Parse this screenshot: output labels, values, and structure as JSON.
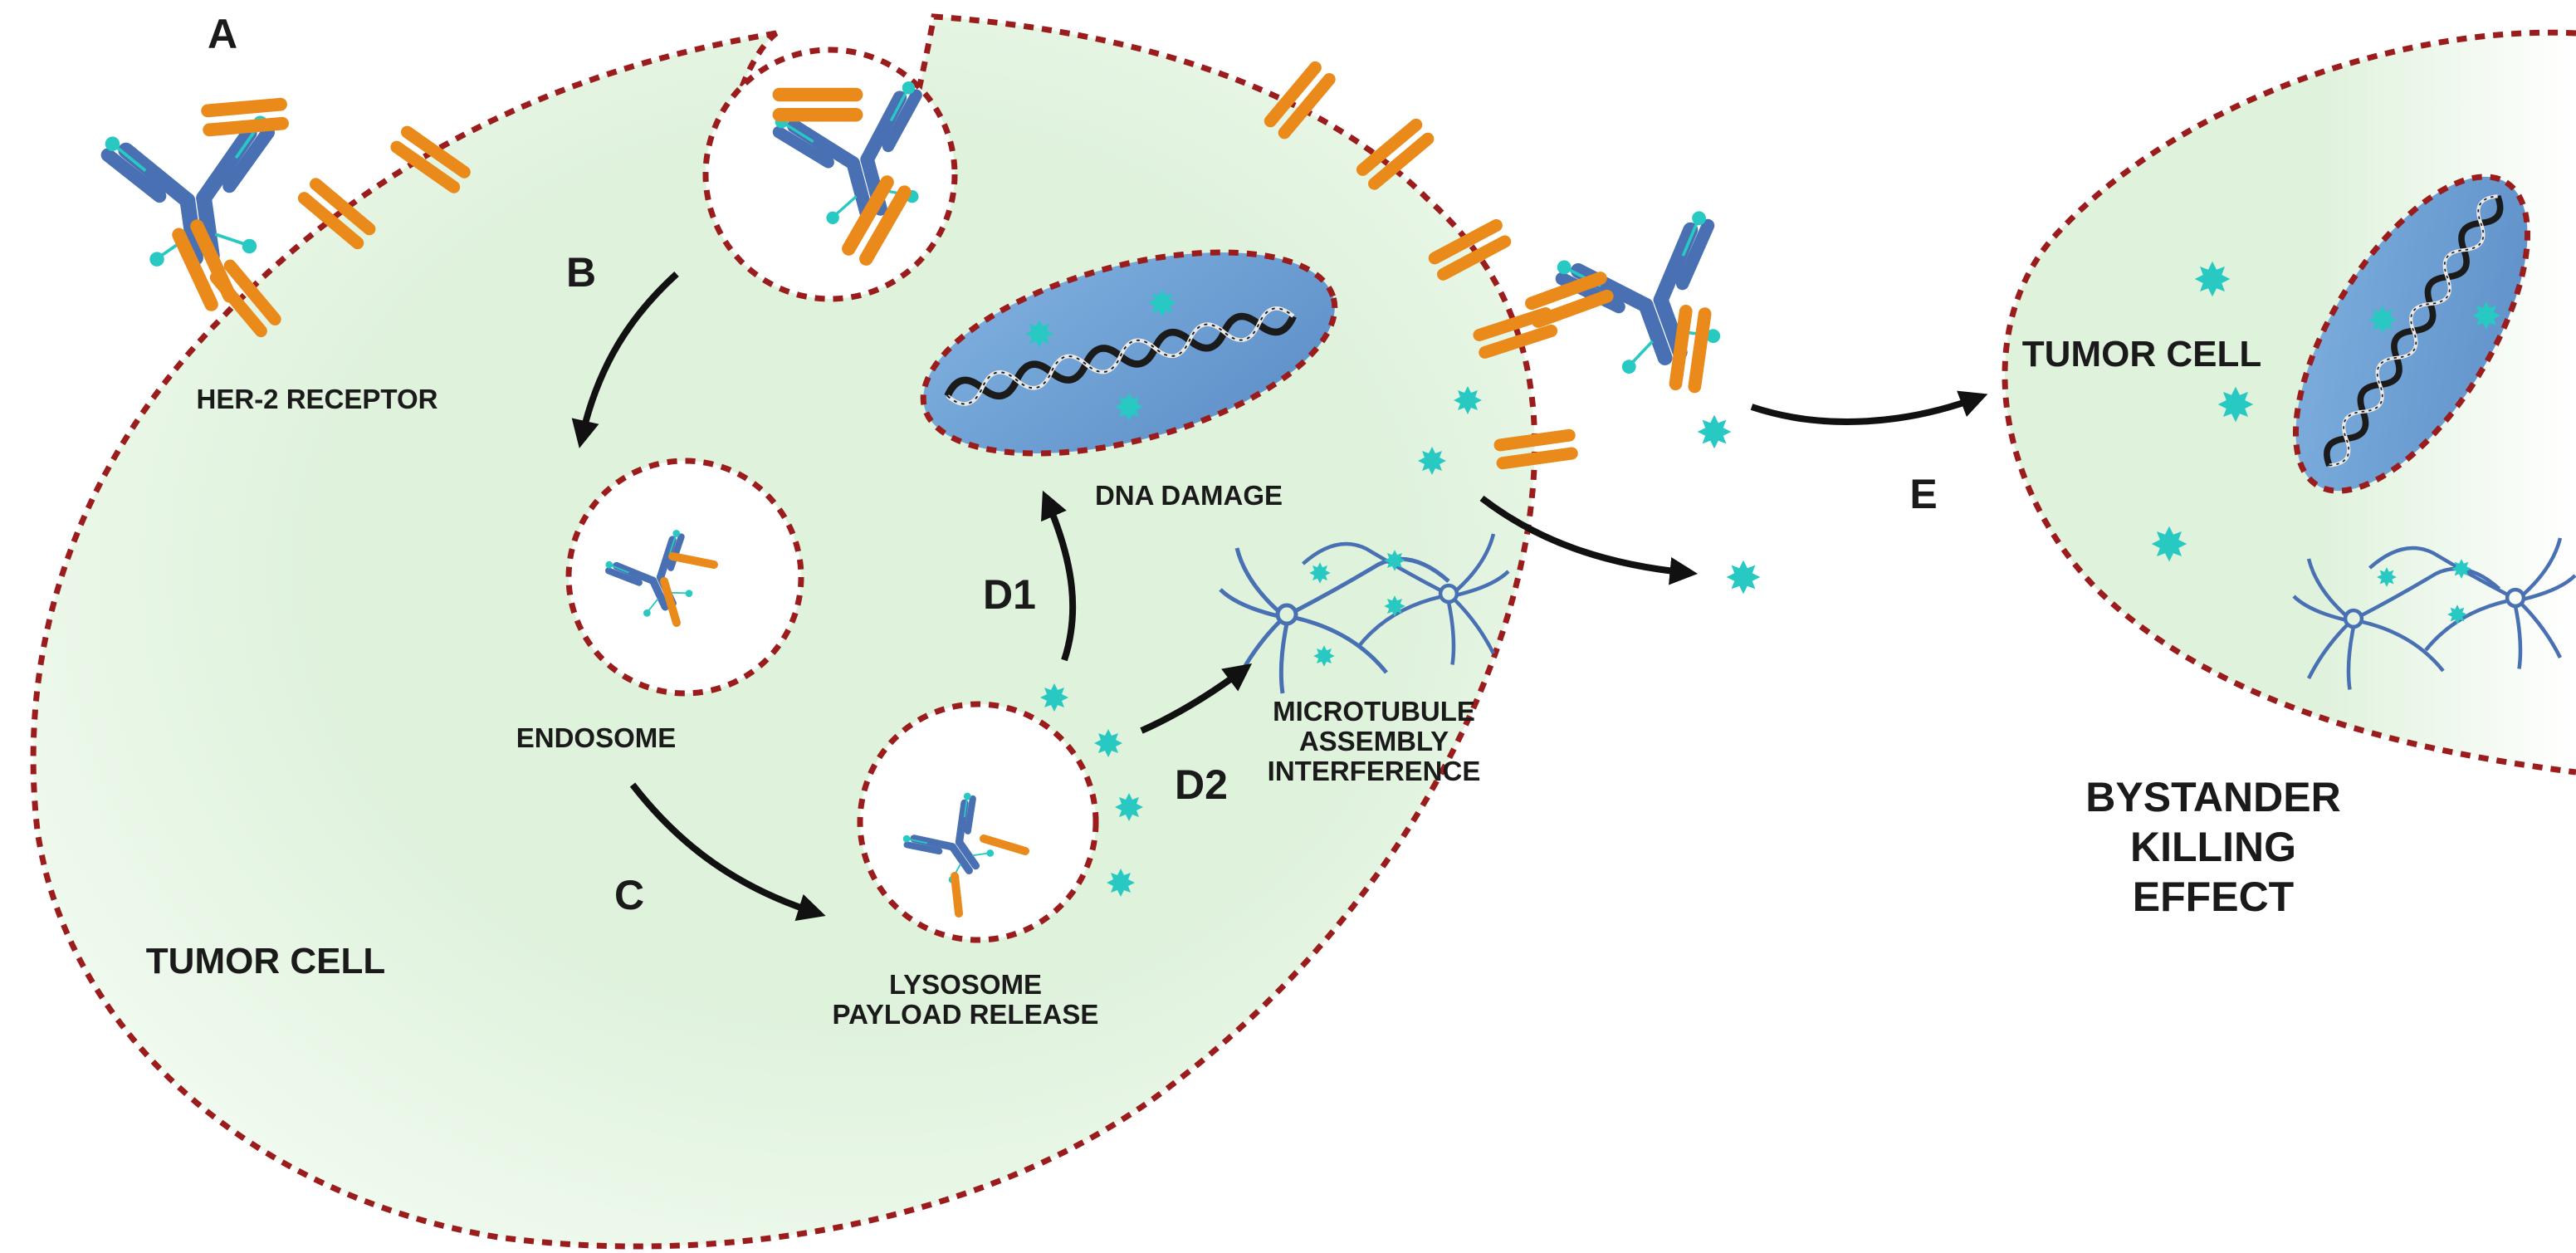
{
  "colors": {
    "cell_fill": "#dff2dc",
    "membrane": "#9b1c1c",
    "antibody_blue": "#4870b3",
    "antibody_orange": "#e98a1b",
    "payload": "#27c9c2",
    "nucleus": "#6ea2d6",
    "microtubule": "#4870b3",
    "arrow": "#111111",
    "text": "#1a1a1a"
  },
  "icons": {
    "antibody": "antibody-drug-conjugate-icon",
    "receptor": "her2-receptor-icon",
    "payload": "cytotoxic-payload-icon",
    "dna": "dna-helix-icon",
    "microtubule": "microtubule-aster-icon"
  },
  "steps": {
    "a": "A",
    "b": "B",
    "c": "C",
    "d1": "D1",
    "d2": "D2",
    "e": "E"
  },
  "labels": {
    "her2_receptor": "HER-2 RECEPTOR",
    "endosome": "ENDOSOME",
    "tumor_cell_left": "TUMOR CELL",
    "lysosome_line1": "LYSOSOME",
    "lysosome_line2": "PAYLOAD RELEASE",
    "dna_damage": "DNA DAMAGE",
    "microtubule_line1": "MICROTUBULE",
    "microtubule_line2": "ASSEMBLY",
    "microtubule_line3": "INTERFERENCE",
    "tumor_cell_right": "TUMOR CELL",
    "bystander_line1": "BYSTANDER",
    "bystander_line2": "KILLING",
    "bystander_line3": "EFFECT"
  }
}
